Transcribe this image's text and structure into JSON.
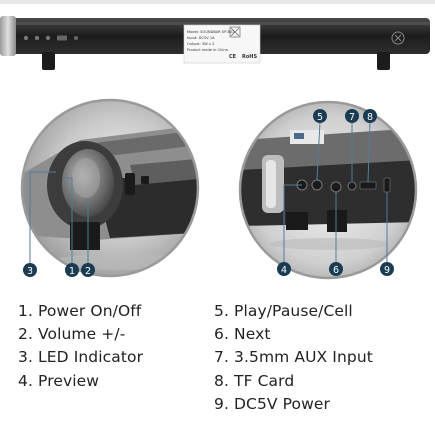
{
  "product_label": {
    "line1": "Model: SOUNDBAR SP-B02",
    "line2": "Input: DC5V 1A",
    "line3": "Output: 3W x 2",
    "line4": "Product made in China",
    "mark_ce": "CE",
    "mark_rohs": "RoHS"
  },
  "callouts": [
    {
      "number": "1"
    },
    {
      "number": "2"
    },
    {
      "number": "3"
    },
    {
      "number": "4"
    },
    {
      "number": "5"
    },
    {
      "number": "6"
    },
    {
      "number": "7"
    },
    {
      "number": "8"
    },
    {
      "number": "9"
    }
  ],
  "legend_left": [
    "1. Power On/Off",
    "2. Volume +/-",
    "3. LED Indicator",
    "4. Preview"
  ],
  "legend_right": [
    "5. Play/Pause/Cell",
    "6. Next",
    "7. 3.5mm AUX Input",
    "8. TF Card",
    "9. DC5V Power"
  ],
  "colors": {
    "callout_fill": "#1a3c53",
    "callout_line": "#4f7f9a",
    "bar_body": "#2a2a2a"
  }
}
